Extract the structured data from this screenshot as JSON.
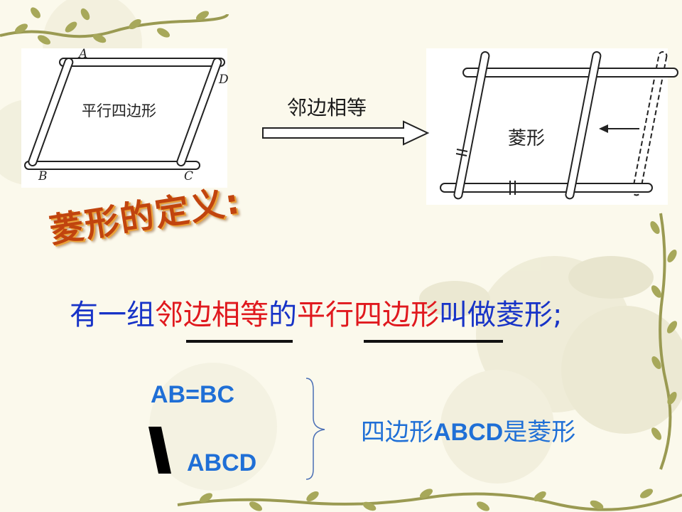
{
  "diagram_left": {
    "vertex_labels": {
      "a": "A",
      "b": "B",
      "c": "C",
      "d": "D"
    },
    "center_text": "平行四边形"
  },
  "arrow": {
    "label": "邻边相等"
  },
  "diagram_right": {
    "center_text": "菱形"
  },
  "heading": {
    "text": "菱形的定义:"
  },
  "definition": {
    "part1": "有一组",
    "part2": "邻边相等",
    "part3": "的",
    "part4": "平行四边形",
    "part5": "叫做菱形;"
  },
  "reasoning": {
    "condition1": "AB=BC",
    "condition2": "ABCD",
    "conclusion_part1": "四边形",
    "conclusion_part2": "ABCD",
    "conclusion_part3": "是菱形"
  },
  "colors": {
    "blue_text": "#1733c7",
    "red_text": "#e0191e",
    "light_blue_text": "#1f6fd6",
    "heading": "#c1440e"
  }
}
